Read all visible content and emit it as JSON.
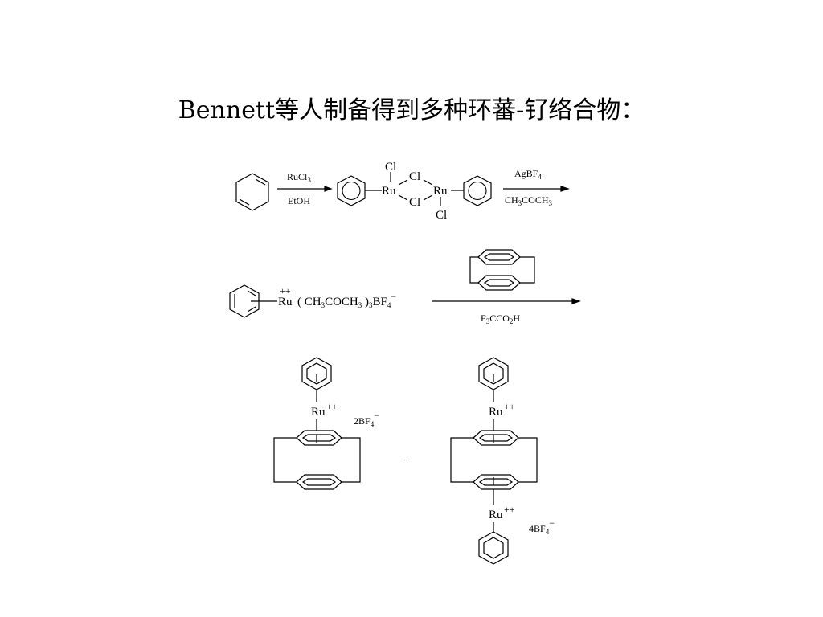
{
  "slide": {
    "title": "Bennett等人制备得到多种环蕃-钌络合物："
  },
  "scheme": {
    "step1": {
      "reagent_top": {
        "main": "RuCl",
        "sub": "3"
      },
      "reagent_bottom": "EtOH"
    },
    "dimer": {
      "cl_top": "Cl",
      "cl_bottom": "Cl",
      "cl_bridge_upper": "Cl",
      "cl_bridge_lower": "Cl",
      "ru_left": "Ru",
      "ru_right": "Ru"
    },
    "step2": {
      "reagent_top": {
        "main": "AgBF",
        "sub": "4"
      },
      "reagent_bottom": {
        "a": "CH",
        "s1": "3",
        "b": "COCH",
        "s2": "3"
      }
    },
    "intermediate": {
      "metal": "Ru",
      "charge": "++",
      "ligand_text": {
        "p1": "( CH",
        "s1": "3",
        "p2": "COCH",
        "s2": "3",
        "p3": " )",
        "s3": "3",
        "p4": "BF",
        "s4": "4",
        "sup": "−"
      }
    },
    "step3": {
      "reagent_bottom": {
        "a": "F",
        "s1": "3",
        "b": "CCO",
        "s2": "2",
        "c": "H"
      }
    },
    "products": {
      "left": {
        "metal": "Ru",
        "charge": "++",
        "counterion": {
          "prefix": "2BF",
          "sub": "4",
          "sup": "−"
        }
      },
      "plus": "+",
      "right": {
        "metal_top": "Ru",
        "charge_top": "++",
        "metal_bottom": "Ru",
        "charge_bottom": "++",
        "counterion": {
          "prefix": "4BF",
          "sub": "4",
          "sup": "−"
        }
      }
    }
  }
}
